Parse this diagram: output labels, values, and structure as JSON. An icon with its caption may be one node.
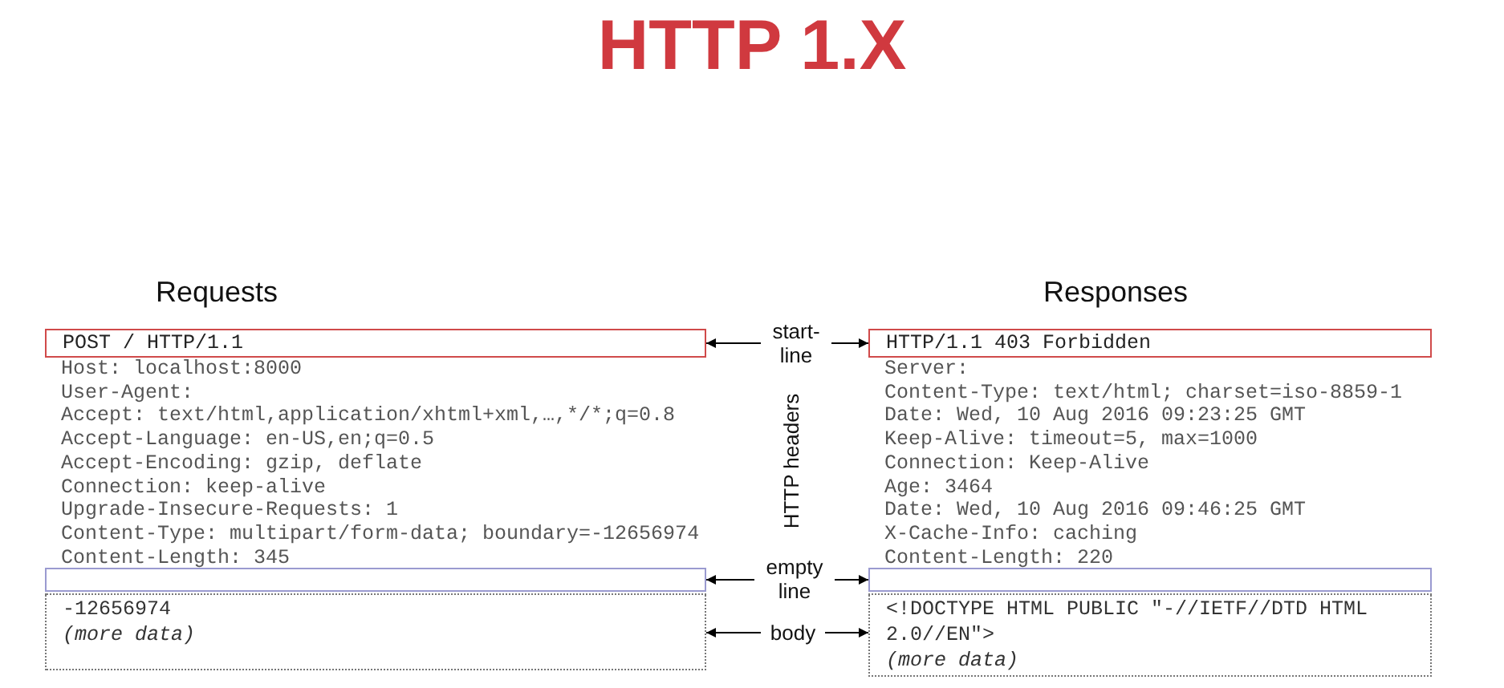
{
  "diagram": {
    "title": "HTTP 1.X",
    "nodes": [
      {
        "text": [
          "POST / HTTP/1.1"
        ]
      },
      {
        "text": [],
        "shape": "box"
      },
      {
        "text": [
          "-12656974",
          "(more data)"
        ]
      },
      {
        "text": [
          "start- line"
        ]
      },
      {
        "text": [
          "empty line"
        ]
      },
      {
        "text": [
          "body"
        ]
      },
      {
        "text": [
          "HTTP/1.1 403 Forbidden"
        ]
      },
      {
        "text": [],
        "shape": "box"
      },
      {
        "text": [
          "<!DOCTYPE HTML PUBLIC \"-//IETF//DTD HTML 2.0//EN\">",
          "(more data)"
        ]
      }
    ],
    "edges": [
      {
        "from": 3,
        "to": 0,
        "arrow": "to"
      },
      {
        "from": 3,
        "to": 6,
        "arrow": "to"
      },
      {
        "from": 4,
        "to": 1,
        "arrow": "to"
      },
      {
        "from": 4,
        "to": 7,
        "arrow": "to"
      },
      {
        "from": 5,
        "to": 2,
        "arrow": "to"
      },
      {
        "from": 5,
        "to": 8,
        "arrow": "to"
      }
    ],
    "labels": [
      "Requests",
      "Responses",
      "Host: localhost:8000",
      "User-Agent:",
      "Accept: text/html,application/xhtml+xml,…,*/*;q=0.8",
      "Accept-Language: en-US,en;q=0.5",
      "Accept-Encoding: gzip, deflate",
      "Connection: keep-alive",
      "Upgrade-Insecure-Requests: 1",
      "Content-Type: multipart/form-data; boundary=-12656974",
      "Content-Length: 345",
      "HTTP headers",
      "Server:",
      "Content-Type: text/html; charset=iso-8859-1",
      "Date: Wed, 10 Aug 2016 09:23:25 GMT",
      "Keep-Alive: timeout=5, max=1000",
      "Connection: Keep-Alive",
      "Age: 3464",
      "Date: Wed, 10 Aug 2016 09:46:25 GMT",
      "X-Cache-Info: caching",
      "Content-Length: 220"
    ]
  }
}
